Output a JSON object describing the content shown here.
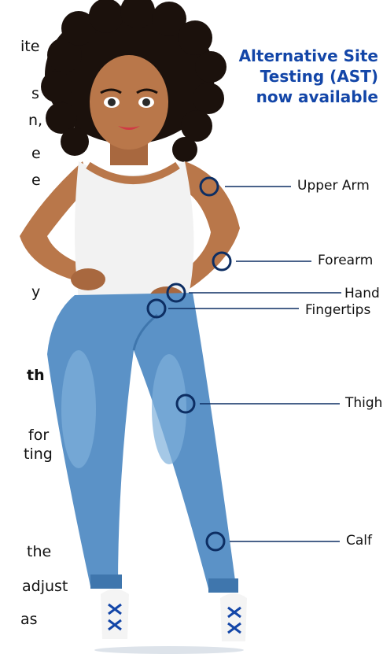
{
  "headline": [
    "Alternative Site",
    "Testing (AST)",
    "now available"
  ],
  "clipped_text": [
    "ite",
    "s",
    "n,",
    "e",
    "e",
    "y",
    "th",
    "for",
    "ting",
    "the",
    "adjust",
    "as"
  ],
  "test_sites": [
    {
      "label": "Upper Arm"
    },
    {
      "label": "Forearm"
    },
    {
      "label": "Hand"
    },
    {
      "label": "Fingertips"
    },
    {
      "label": "Thigh"
    },
    {
      "label": "Calf"
    }
  ],
  "colors": {
    "headline": "#1346a8",
    "marker": "#0d2e63",
    "skin": "#b9774a",
    "jeans": "#5b92c7",
    "shirt": "#f2f2f2",
    "hair": "#1b110c"
  }
}
